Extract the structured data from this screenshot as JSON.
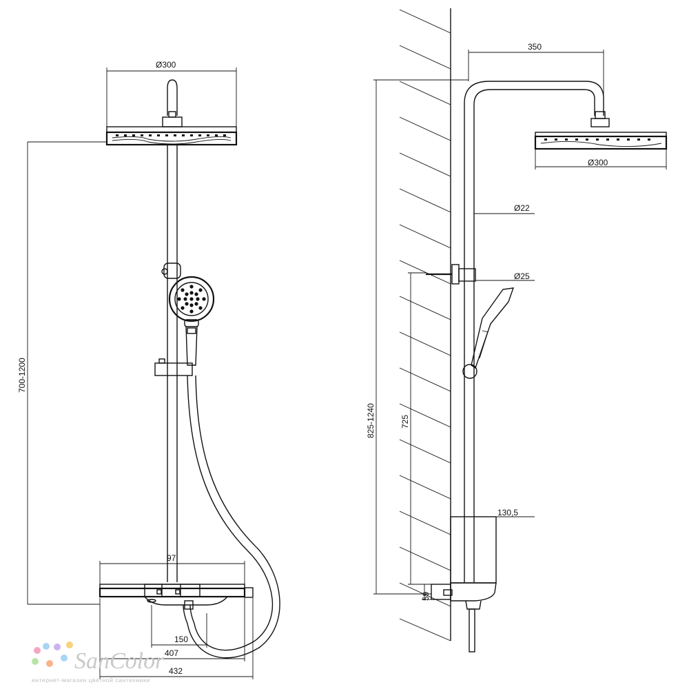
{
  "front_view": {
    "head_diameter": "Ø300",
    "height_range": "700-1200",
    "width_97": "97",
    "width_150": "150",
    "width_407": "407",
    "width_432": "432"
  },
  "side_view": {
    "reach": "350",
    "head_diameter": "Ø300",
    "pipe_upper": "Ø22",
    "pipe_lower": "Ø25",
    "height_range": "825-1240",
    "height_725": "725",
    "depth": "130,5",
    "offset": "59"
  },
  "watermark": {
    "brand": "SanColor",
    "tagline": "интернет-магазин цветной сантехники",
    "colors": [
      "#f4a7c3",
      "#a9d5f5",
      "#f7d27a",
      "#b9e4a8",
      "#c9b3f2",
      "#f7b48a"
    ]
  }
}
